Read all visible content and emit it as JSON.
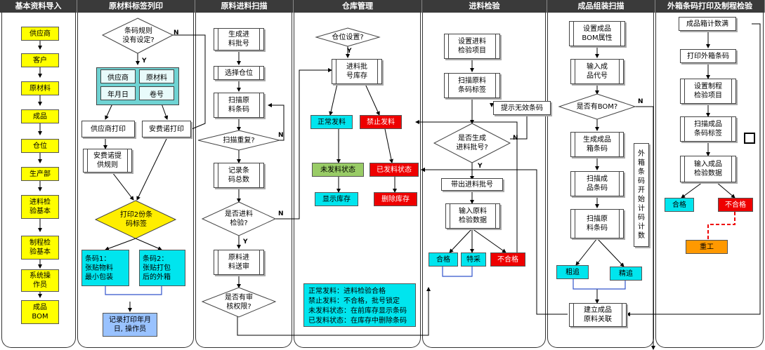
{
  "lanes": [
    "基本资料导入",
    "原材料标签列印",
    "原料进料扫描",
    "仓库管理",
    "进料检验",
    "成品组装扫描",
    "外箱条码打印及制程检验"
  ],
  "basic": [
    "供应商",
    "客户",
    "原材料",
    "成品",
    "仓位",
    "生产部",
    "进料检\n验基本",
    "制程检\n验基本",
    "系统操\n作员",
    "成品\nBOM"
  ],
  "label_print": {
    "d1": "条码规则\n没有设定?",
    "cells": [
      "供应商",
      "原材料",
      "年月日",
      "卷号"
    ],
    "p1": "供应商打印",
    "p2": "安费诺打印",
    "rule": "安费诺提\n供规则",
    "d2": "打印2份条\n码标签",
    "c1": "条码1：\n张贴物料\n最小包装",
    "c2": "条码2：\n张贴打包\n后的外箱",
    "rec": "记录打印年月\n日, 操作员"
  },
  "scan_in": {
    "b1": "生成进\n料批号",
    "b2": "选择仓位",
    "b3": "扫描原\n料条码",
    "d1": "扫描重复?",
    "b4": "记录条\n码总数",
    "d2": "是否进料\n检验?",
    "b5": "原料进\n料送审",
    "d3": "是否有审\n核权限?"
  },
  "warehouse": {
    "d1": "仓位设置?",
    "b1": "进料批\n号库存",
    "normal": "正常发料",
    "stop": "禁止发料",
    "not_sent": "未发料状态",
    "sent": "已发料状态",
    "show": "显示库存",
    "del": "删除库存",
    "legend": [
      "正常发料：进料检验合格",
      "禁止发料：不合格，批号锁定",
      "未发料状态：在前库存显示条码",
      "已发料状态：在库存中删除条码"
    ]
  },
  "inspect": {
    "b1": "设置进料\n检验项目",
    "b2": "扫描原料\n条码标签",
    "invalid": "提示无效条码",
    "d1": "是否生成\n进料批号?",
    "batch": "带出进料批号",
    "b3": "输入原料\n检验数据",
    "ok": "合格",
    "special": "特采",
    "ng": "不合格"
  },
  "assembly": {
    "b1": "设置成品\nBOM属性",
    "b2": "输入成\n品代号",
    "d1": "是否有BOM?",
    "b3": "生成成品\n箱条码",
    "b4": "扫描成\n品条码",
    "b5": "扫描原\n料条码",
    "side": "外\n箱\n条\n码\n开\n始\n计\n码\n计\n数",
    "rough": "粗追",
    "fine": "精追",
    "link": "建立成品\n原料关联"
  },
  "outer": {
    "b1": "成品箱计数满",
    "b2": "打印外箱条码",
    "b3": "设置制程\n检验项目",
    "b4": "扫描成品\n条码标签",
    "b5": "输入成品\n检验数据",
    "ok": "合格",
    "ng": "不合格",
    "rework": "重工"
  },
  "marks": {
    "y": "Y",
    "n": "N"
  }
}
